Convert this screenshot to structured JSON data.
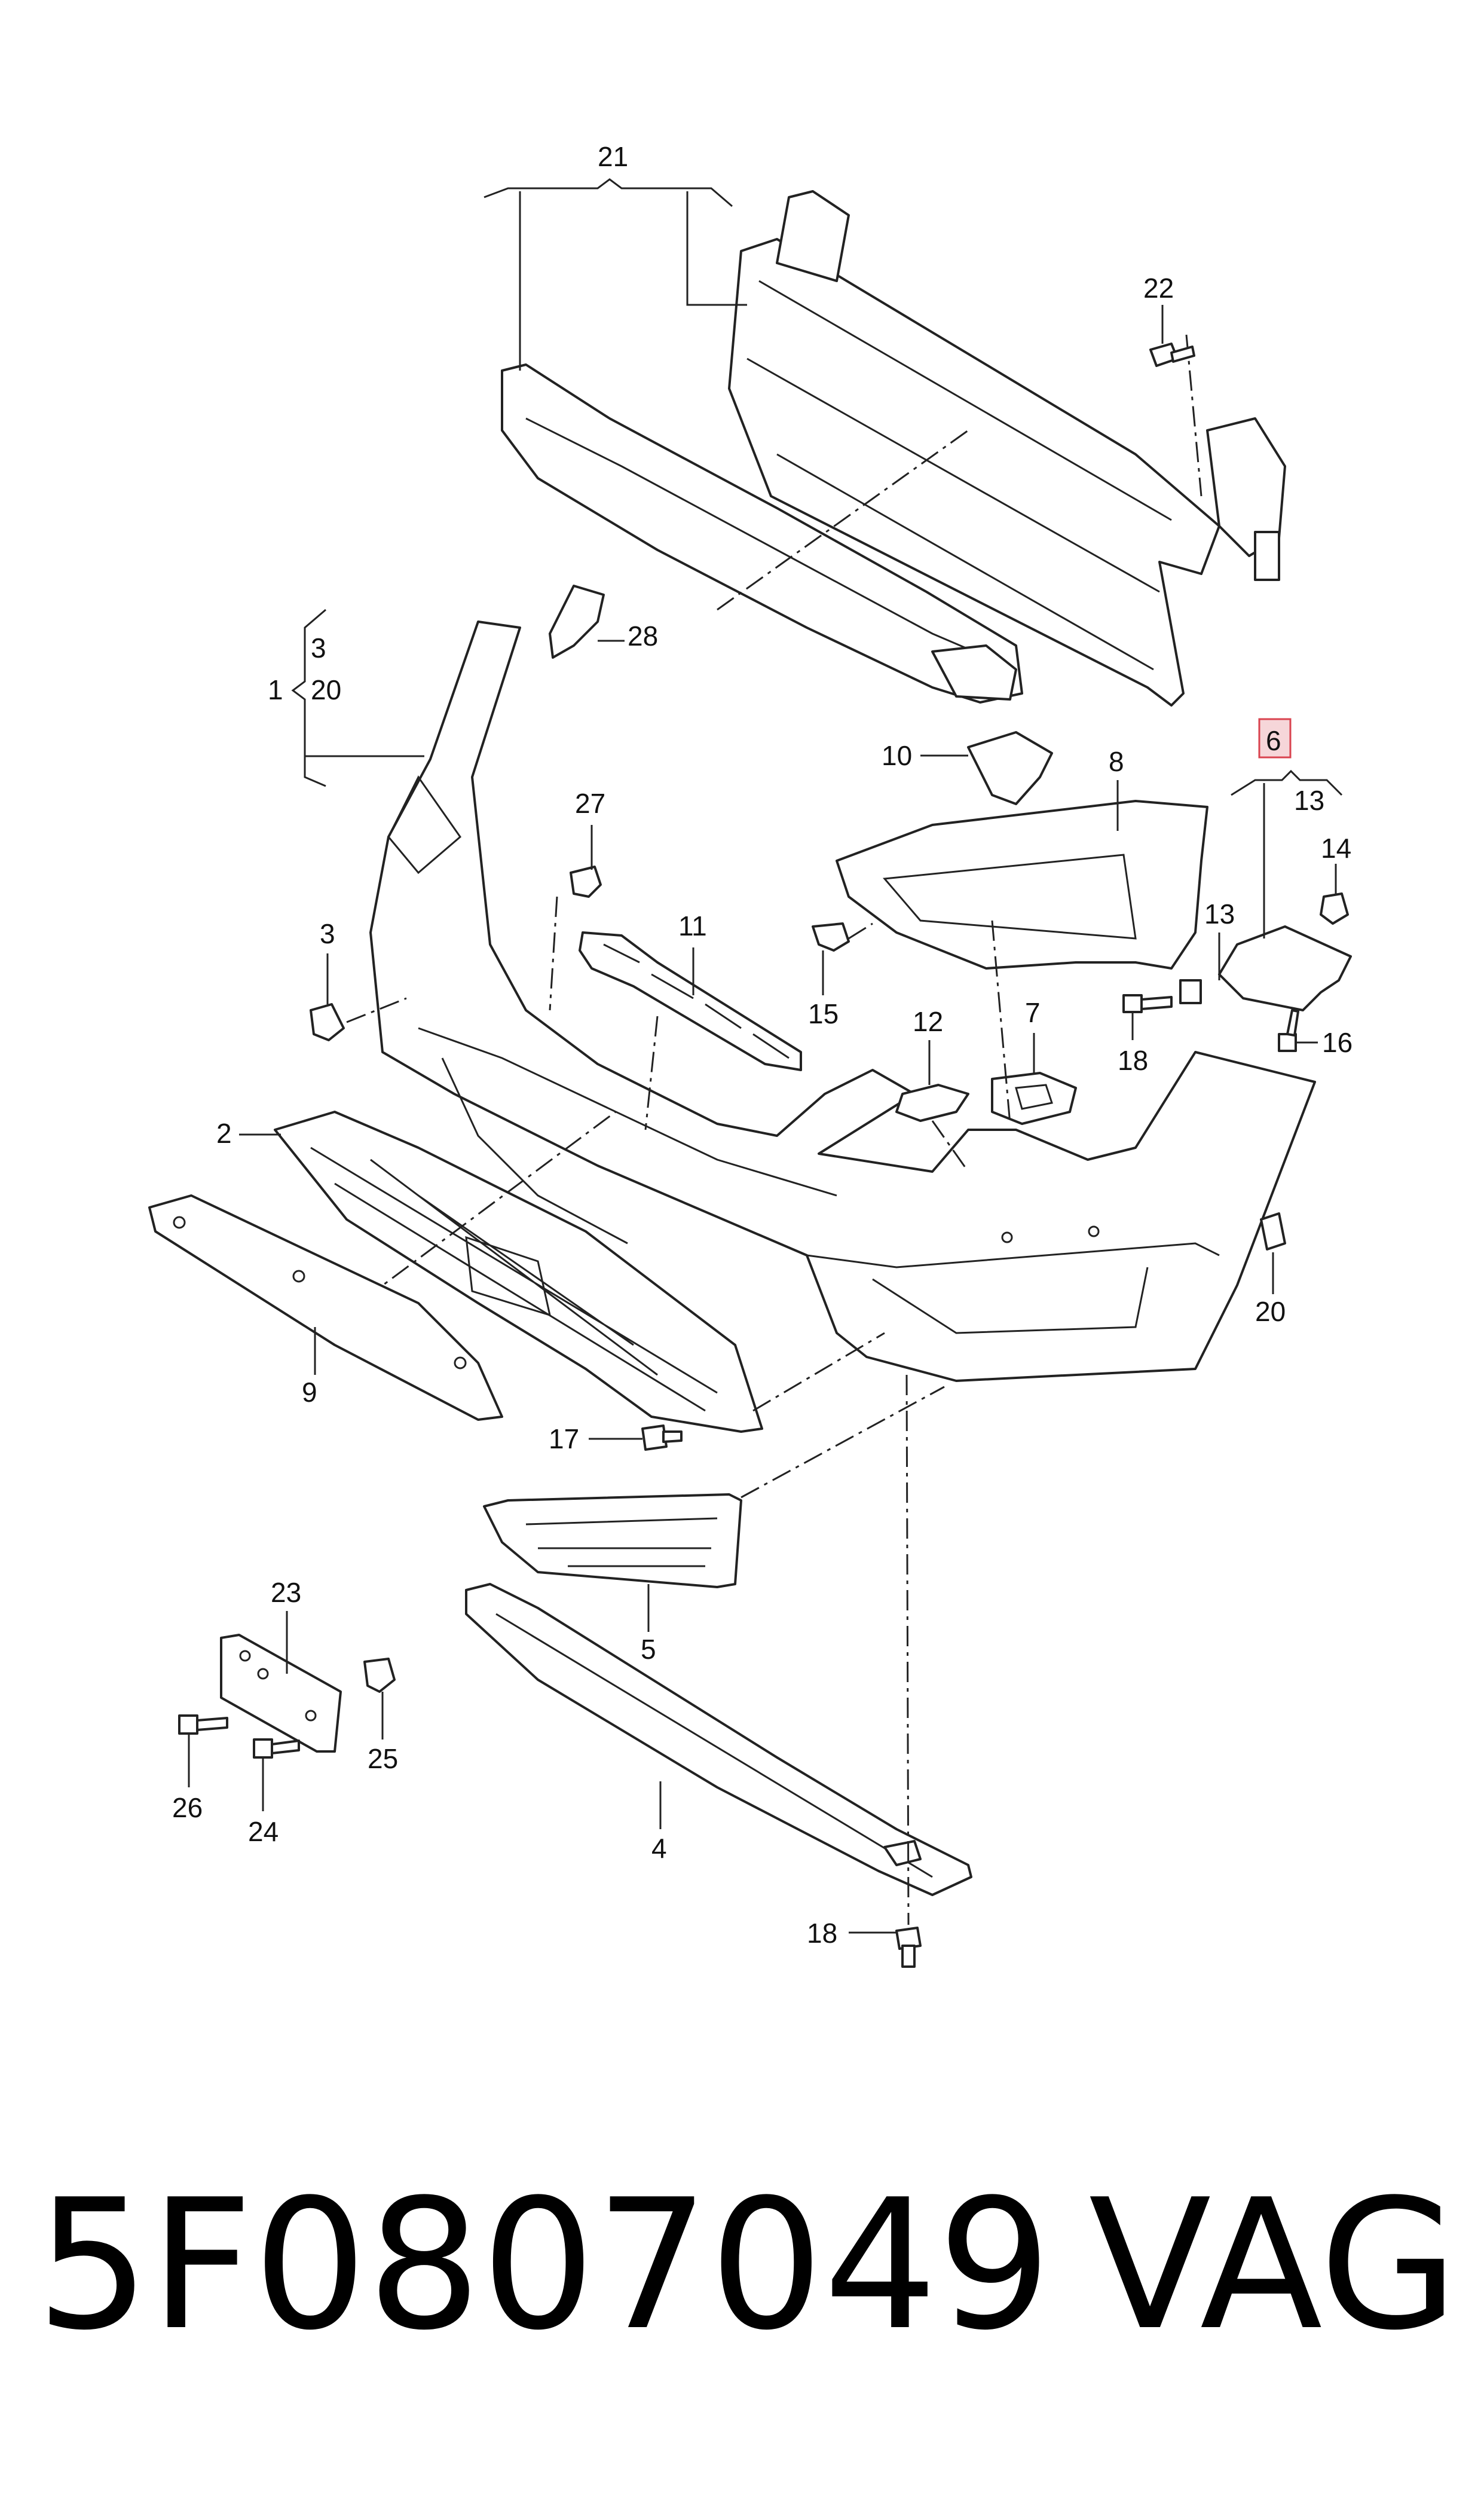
{
  "labels": {
    "p21": "21",
    "p22": "22",
    "p3a": "3",
    "p1": "1",
    "p20a": "20",
    "p28": "28",
    "p10": "10",
    "p8": "8",
    "p6": "6",
    "p13a": "13",
    "p14": "14",
    "p27": "27",
    "p11": "11",
    "p3b": "3",
    "p15": "15",
    "p12": "12",
    "p7": "7",
    "p13b": "13",
    "p18a": "18",
    "p16": "16",
    "p2": "2",
    "p20b": "20",
    "p9": "9",
    "p17": "17",
    "p23": "23",
    "p5": "5",
    "p25": "25",
    "p26": "26",
    "p24": "24",
    "p4": "4",
    "p18b": "18"
  },
  "highlight_color": "#d9434f",
  "highlight_fill": "#f6d6d9",
  "caption": {
    "part_number": "5F0807049",
    "brand": "VAG"
  }
}
